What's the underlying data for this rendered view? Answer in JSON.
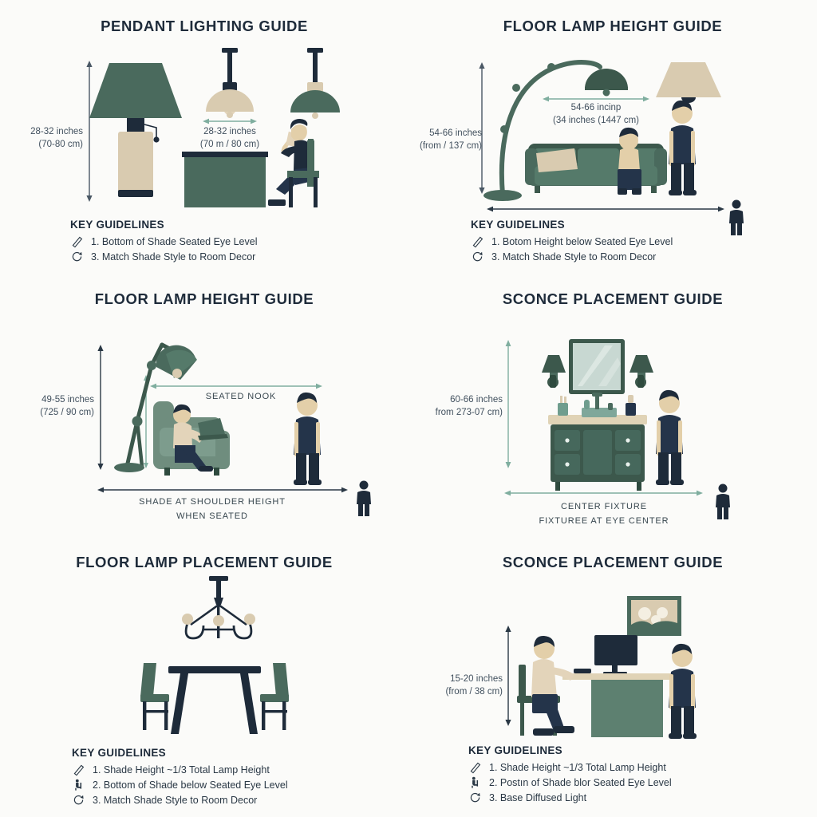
{
  "colors": {
    "background": "#fbfbf9",
    "green": "#4a6a5d",
    "green_dark": "#3c584c",
    "green_light": "#6f8d7e",
    "beige": "#d9cbb0",
    "beige_light": "#e7ddc8",
    "navy": "#1e2b3a",
    "navy_soft": "#24344a",
    "skin": "#e3cfa9",
    "teal_arrow": "#7fae9f",
    "text": "#22303f"
  },
  "panels": [
    {
      "id": "pendant-lighting-guide",
      "title": "PENDANT LIGHTING GUIDE",
      "dim_left": {
        "line1": "28-32 inches",
        "line2": "(70-80 cm)"
      },
      "dim_inline": {
        "line1": "28-32 inches",
        "line2": "(70 m / 80 cm)"
      },
      "key": {
        "heading": "KEY GUIDELINES",
        "items": [
          {
            "icon": "ruler-icon",
            "text": "1. Bottom of Shade Seated Eye Level"
          },
          {
            "icon": "refresh-icon",
            "text": "3. Match Shade Style to Room Decor"
          }
        ]
      }
    },
    {
      "id": "floor-lamp-height-guide-top",
      "title": "FLOOR LAMP HEIGHT GUIDE",
      "dim_left": {
        "line1": "54-66 inches",
        "line2": "(from / 137 cm)"
      },
      "dim_inline": {
        "line1": "54-66 incinp",
        "line2": "(34 inches (1447 cm)"
      },
      "key": {
        "heading": "KEY GUIDELINES",
        "items": [
          {
            "icon": "ruler-icon",
            "text": "1. Botom Height below Seated Eye Level"
          },
          {
            "icon": "refresh-icon",
            "text": "3. Match Shade Style to Room Decor"
          }
        ]
      }
    },
    {
      "id": "floor-lamp-height-guide-mid",
      "title": "FLOOR LAMP HEIGHT GUIDE",
      "dim_left": {
        "line1": "49-55 inches",
        "line2": "(725 / 90 cm)"
      },
      "inline_caption": "SEATED NOOK",
      "bottom_caption": {
        "line1": "SHADE AT SHOULDER HEIGHT",
        "line2": "WHEN SEATED"
      }
    },
    {
      "id": "sconce-placement-guide-mid",
      "title": "SCONCE PLACEMENT GUIDE",
      "dim_left": {
        "line1": "60-66 inches",
        "line2": "from 273-07 cm)"
      },
      "bottom_caption": {
        "line1": "CENTER FIXTURE",
        "line2": "FIXTUREE AT EYE CENTER"
      }
    },
    {
      "id": "floor-lamp-placement-guide",
      "title": "FLOOR LAMP PLACEMENT GUIDE",
      "key": {
        "heading": "KEY GUIDELINES",
        "items": [
          {
            "icon": "ruler-icon",
            "text": "1. Shade Height ~1/3 Total Lamp Height"
          },
          {
            "icon": "seated-person-icon",
            "text": "2. Bottom of Shade below Seated Eye Level"
          },
          {
            "icon": "refresh-icon",
            "text": "3. Match Shade Style to Room Decor"
          }
        ]
      }
    },
    {
      "id": "sconce-placement-guide-bottom",
      "title": "SCONCE PLACEMENT GUIDE",
      "dim_left": {
        "line1": "15-20 inches",
        "line2": "(from / 38 cm)"
      },
      "key": {
        "heading": "KEY GUIDELINES",
        "items": [
          {
            "icon": "ruler-icon",
            "text": "1. Shade Height ~1/3 Total Lamp Height"
          },
          {
            "icon": "seated-person-icon",
            "text": "2. Postın of Shade blor Seated Eye Level"
          },
          {
            "icon": "refresh-icon",
            "text": "3. Base Diffused Light"
          }
        ]
      }
    }
  ]
}
